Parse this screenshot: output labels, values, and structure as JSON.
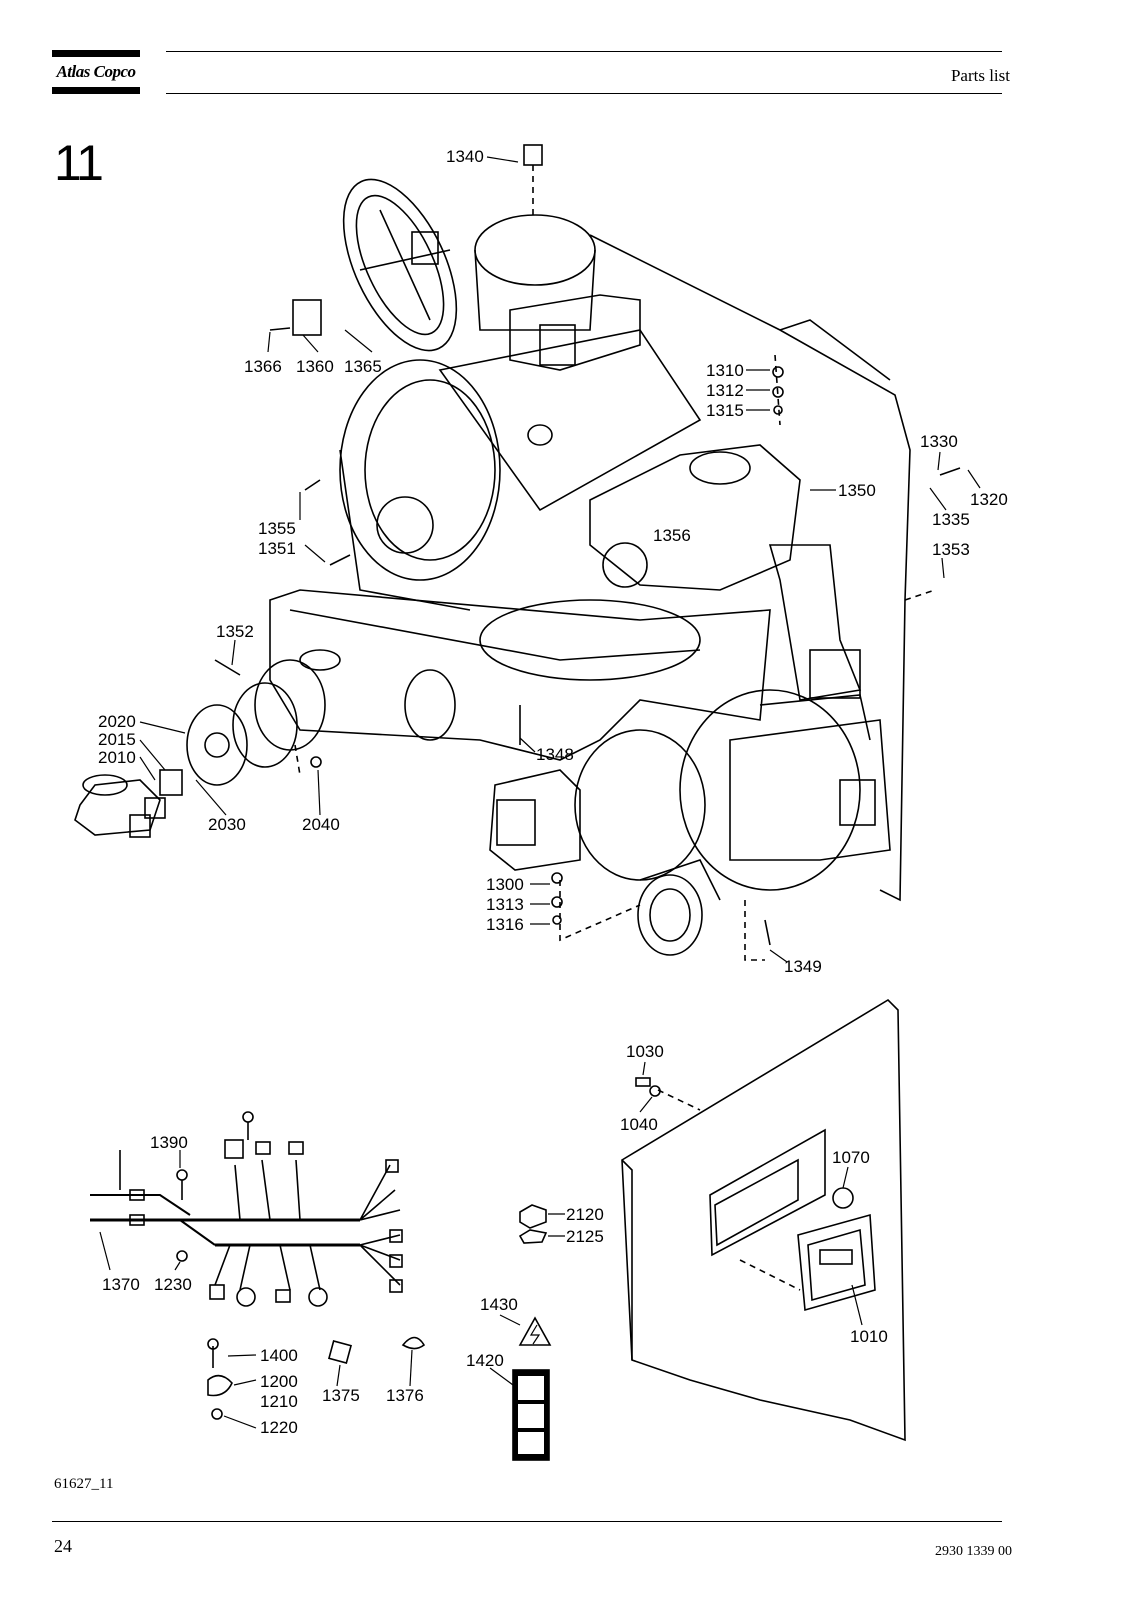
{
  "header": {
    "brand_logo": "Atlas Copco",
    "section_title": "Parts list"
  },
  "figure": {
    "number": "11",
    "reference": "61627_11"
  },
  "callouts": [
    "1340",
    "1366",
    "1360",
    "1365",
    "1310",
    "1312",
    "1315",
    "1330",
    "1320",
    "1335",
    "1350",
    "1355",
    "1351",
    "1356",
    "1353",
    "1352",
    "2020",
    "2015",
    "2010",
    "1348",
    "2030",
    "2040",
    "1300",
    "1313",
    "1316",
    "1349",
    "1030",
    "1040",
    "1070",
    "1390",
    "2120",
    "2125",
    "1370",
    "1230",
    "1430",
    "1010",
    "1400",
    "1200",
    "1210",
    "1220",
    "1375",
    "1376",
    "1420"
  ],
  "footer": {
    "page_number": "24",
    "document_number": "2930 1339 00"
  }
}
